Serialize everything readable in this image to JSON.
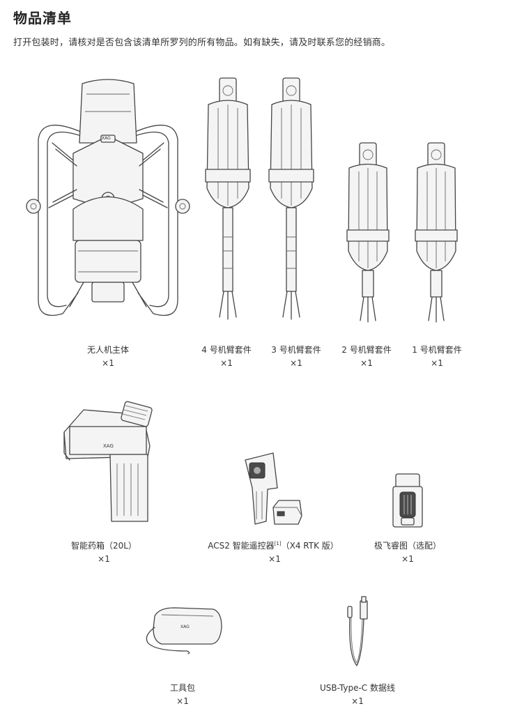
{
  "header": {
    "title": "物品清单",
    "intro": "打开包装时，请核对是否包含该清单所罗列的所有物品。如有缺失，请及时联系您的经销商。"
  },
  "items": [
    {
      "name": "无人机主体",
      "qty": "×1"
    },
    {
      "name": "4 号机臂套件",
      "qty": "×1"
    },
    {
      "name": "3 号机臂套件",
      "qty": "×1"
    },
    {
      "name": "2 号机臂套件",
      "qty": "×1"
    },
    {
      "name": "1 号机臂套件",
      "qty": "×1"
    },
    {
      "name": "智能药箱（20L）",
      "qty": "×1"
    },
    {
      "name": "ACS2 智能遥控器",
      "note": "[1]",
      "suffix": "（X4 RTK 版）",
      "qty": "×1"
    },
    {
      "name": "极飞睿图（选配）",
      "qty": "×1"
    },
    {
      "name": "工具包",
      "qty": "×1"
    },
    {
      "name": "USB-Type-C 数据线",
      "qty": "×1"
    }
  ],
  "logos": {
    "brand": "XAG"
  }
}
